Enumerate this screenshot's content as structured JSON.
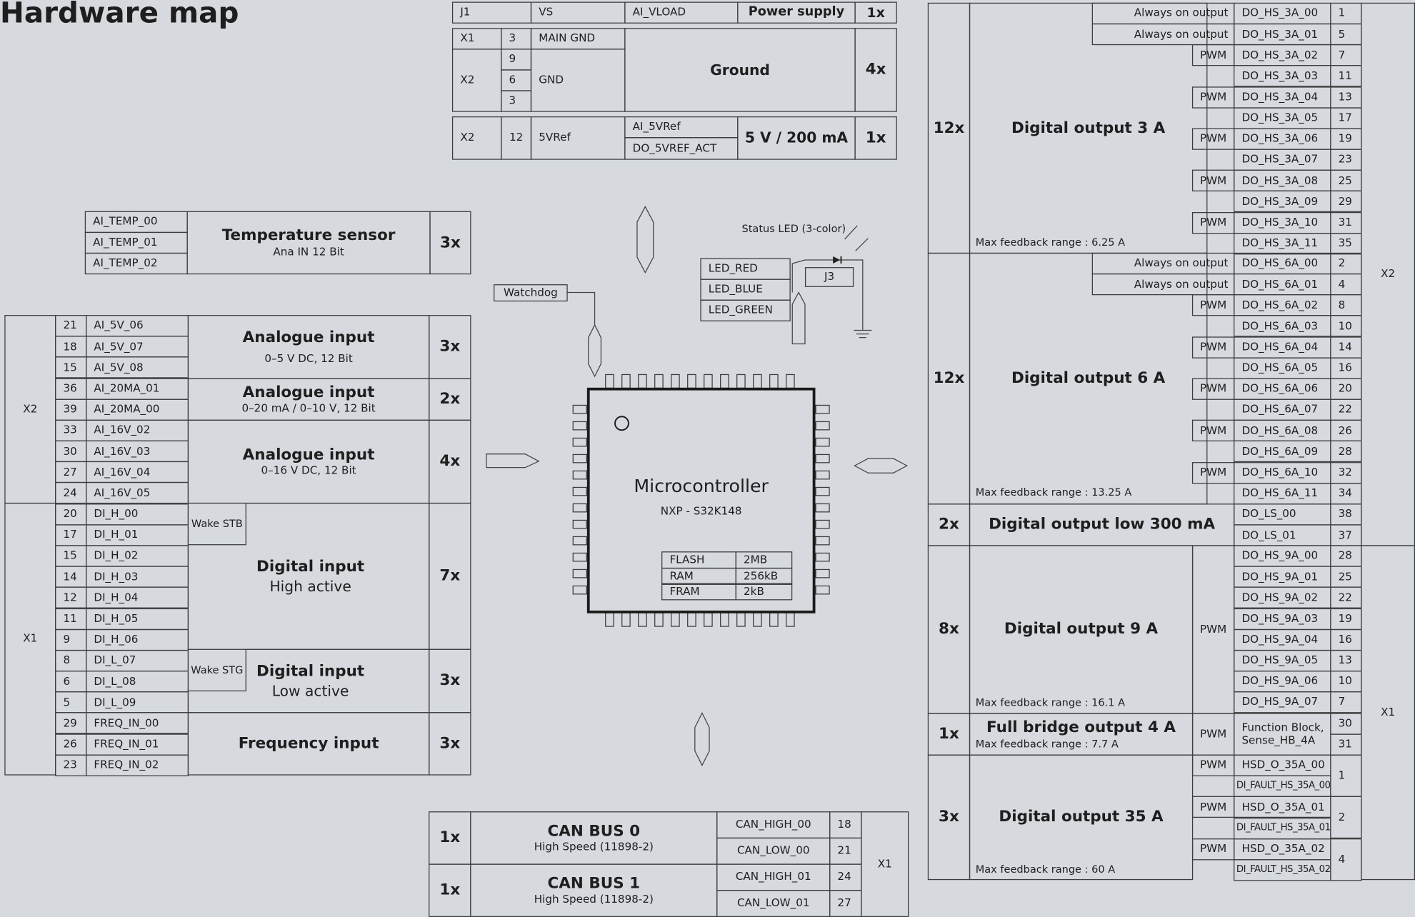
{
  "title": "Hardware map",
  "top": {
    "ps": {
      "conn": "J1",
      "sig": "VS",
      "name": "AI_VLOAD",
      "label": "Power supply",
      "count": "1x"
    },
    "gnd": {
      "x1": "X1",
      "x2": "X2",
      "p1": "3",
      "p2": "9",
      "p3": "6",
      "p4": "3",
      "sig1": "MAIN GND",
      "sig2": "GND",
      "label": "Ground",
      "count": "4x"
    },
    "vref": {
      "conn": "X2",
      "pin": "12",
      "sig": "5VRef",
      "n1": "AI_5VRef",
      "n2": "DO_5VREF_ACT",
      "label": "5 V / 200 mA",
      "count": "1x"
    }
  },
  "temp": {
    "sigs": [
      "AI_TEMP_00",
      "AI_TEMP_01",
      "AI_TEMP_02"
    ],
    "label": "Temperature sensor",
    "sub": "Ana IN 12 Bit",
    "count": "3x"
  },
  "left": {
    "x2": "X2",
    "x1": "X1",
    "rows": [
      {
        "pin": "21",
        "sig": "AI_5V_06"
      },
      {
        "pin": "18",
        "sig": "AI_5V_07"
      },
      {
        "pin": "15",
        "sig": "AI_5V_08"
      },
      {
        "pin": "36",
        "sig": "AI_20MA_01"
      },
      {
        "pin": "39",
        "sig": "AI_20MA_00"
      },
      {
        "pin": "33",
        "sig": "AI_16V_02"
      },
      {
        "pin": "30",
        "sig": "AI_16V_03"
      },
      {
        "pin": "27",
        "sig": "AI_16V_04"
      },
      {
        "pin": "24",
        "sig": "AI_16V_05"
      },
      {
        "pin": "20",
        "sig": "DI_H_00"
      },
      {
        "pin": "17",
        "sig": "DI_H_01"
      },
      {
        "pin": "15",
        "sig": "DI_H_02"
      },
      {
        "pin": "14",
        "sig": "DI_H_03"
      },
      {
        "pin": "12",
        "sig": "DI_H_04"
      },
      {
        "pin": "11",
        "sig": "DI_H_05"
      },
      {
        "pin": "9",
        "sig": "DI_H_06"
      },
      {
        "pin": "8",
        "sig": "DI_L_07"
      },
      {
        "pin": "6",
        "sig": "DI_L_08"
      },
      {
        "pin": "5",
        "sig": "DI_L_09"
      },
      {
        "pin": "29",
        "sig": "FREQ_IN_00"
      },
      {
        "pin": "26",
        "sig": "FREQ_IN_01"
      },
      {
        "pin": "23",
        "sig": "FREQ_IN_02"
      }
    ],
    "ai5": {
      "label": "Analogue input",
      "sub": "0–5 V DC, 12 Bit",
      "count": "3x"
    },
    "ai20": {
      "label": "Analogue input",
      "sub": "0–20 mA / 0–10 V, 12 Bit",
      "count": "2x"
    },
    "ai16": {
      "label": "Analogue input",
      "sub": "0–16 V DC, 12 Bit",
      "count": "4x"
    },
    "dih": {
      "wake": "Wake STB",
      "label": "Digital input",
      "sub": "High active",
      "count": "7x"
    },
    "dil": {
      "wake": "Wake STG",
      "label": "Digital input",
      "sub": "Low active",
      "count": "3x"
    },
    "freq": {
      "label": "Frequency input",
      "count": "3x"
    }
  },
  "mcu": {
    "label": "Microcontroller",
    "sub": "NXP - S32K148",
    "mem": [
      {
        "k": "FLASH",
        "v": "2MB"
      },
      {
        "k": "RAM",
        "v": "256kB"
      },
      {
        "k": "FRAM",
        "v": "2kB"
      }
    ]
  },
  "watchdog": "Watchdog",
  "led": {
    "status": "Status LED (3-color)",
    "leds": [
      "LED_RED",
      "LED_BLUE",
      "LED_GREEN"
    ],
    "j3": "J3"
  },
  "can": {
    "x1": "X1",
    "buses": [
      {
        "count": "1x",
        "label": "CAN BUS 0",
        "sub": "High Speed (11898-2)",
        "h": "CAN_HIGH_00",
        "hp": "18",
        "l": "CAN_LOW_00",
        "lp": "21"
      },
      {
        "count": "1x",
        "label": "CAN BUS 1",
        "sub": "High Speed (11898-2)",
        "h": "CAN_HIGH_01",
        "hp": "24",
        "l": "CAN_LOW_01",
        "lp": "27"
      }
    ]
  },
  "right": {
    "x2": "X2",
    "x1": "X1",
    "do3": {
      "count": "12x",
      "label": "Digital output 3 A",
      "feedback": "Max feedback range : 6.25 A",
      "rows": [
        {
          "tag": "Always on output",
          "sig": "DO_HS_3A_00",
          "pin": "1"
        },
        {
          "tag": "Always on output",
          "sig": "DO_HS_3A_01",
          "pin": "5"
        },
        {
          "tag": "PWM",
          "sig": "DO_HS_3A_02",
          "pin": "7"
        },
        {
          "tag": "",
          "sig": "DO_HS_3A_03",
          "pin": "11"
        },
        {
          "tag": "PWM",
          "sig": "DO_HS_3A_04",
          "pin": "13"
        },
        {
          "tag": "",
          "sig": "DO_HS_3A_05",
          "pin": "17"
        },
        {
          "tag": "PWM",
          "sig": "DO_HS_3A_06",
          "pin": "19"
        },
        {
          "tag": "",
          "sig": "DO_HS_3A_07",
          "pin": "23"
        },
        {
          "tag": "PWM",
          "sig": "DO_HS_3A_08",
          "pin": "25"
        },
        {
          "tag": "",
          "sig": "DO_HS_3A_09",
          "pin": "29"
        },
        {
          "tag": "PWM",
          "sig": "DO_HS_3A_10",
          "pin": "31"
        },
        {
          "tag": "",
          "sig": "DO_HS_3A_11",
          "pin": "35"
        }
      ]
    },
    "do6": {
      "count": "12x",
      "label": "Digital output 6 A",
      "feedback": "Max feedback range : 13.25 A",
      "rows": [
        {
          "tag": "Always on output",
          "sig": "DO_HS_6A_00",
          "pin": "2"
        },
        {
          "tag": "Always on output",
          "sig": "DO_HS_6A_01",
          "pin": "4"
        },
        {
          "tag": "PWM",
          "sig": "DO_HS_6A_02",
          "pin": "8"
        },
        {
          "tag": "",
          "sig": "DO_HS_6A_03",
          "pin": "10"
        },
        {
          "tag": "PWM",
          "sig": "DO_HS_6A_04",
          "pin": "14"
        },
        {
          "tag": "",
          "sig": "DO_HS_6A_05",
          "pin": "16"
        },
        {
          "tag": "PWM",
          "sig": "DO_HS_6A_06",
          "pin": "20"
        },
        {
          "tag": "",
          "sig": "DO_HS_6A_07",
          "pin": "22"
        },
        {
          "tag": "PWM",
          "sig": "DO_HS_6A_08",
          "pin": "26"
        },
        {
          "tag": "",
          "sig": "DO_HS_6A_09",
          "pin": "28"
        },
        {
          "tag": "PWM",
          "sig": "DO_HS_6A_10",
          "pin": "32"
        },
        {
          "tag": "",
          "sig": "DO_HS_6A_11",
          "pin": "34"
        }
      ]
    },
    "dols": {
      "count": "2x",
      "label": "Digital output low 300 mA",
      "rows": [
        {
          "sig": "DO_LS_00",
          "pin": "38"
        },
        {
          "sig": "DO_LS_01",
          "pin": "37"
        }
      ]
    },
    "do9": {
      "count": "8x",
      "label": "Digital output 9 A",
      "tag": "PWM",
      "feedback": "Max feedback range : 16.1 A",
      "rows": [
        {
          "sig": "DO_HS_9A_00",
          "pin": "28"
        },
        {
          "sig": "DO_HS_9A_01",
          "pin": "25"
        },
        {
          "sig": "DO_HS_9A_02",
          "pin": "22"
        },
        {
          "sig": "DO_HS_9A_03",
          "pin": "19"
        },
        {
          "sig": "DO_HS_9A_04",
          "pin": "16"
        },
        {
          "sig": "DO_HS_9A_05",
          "pin": "13"
        },
        {
          "sig": "DO_HS_9A_06",
          "pin": "10"
        },
        {
          "sig": "DO_HS_9A_07",
          "pin": "7"
        }
      ]
    },
    "fb": {
      "count": "1x",
      "label": "Full bridge output 4 A",
      "feedback": "Max feedback range : 7.7 A",
      "tag": "PWM",
      "sig": "Function Block, Sense_HB_4A",
      "p1": "30",
      "p2": "31"
    },
    "do35": {
      "count": "3x",
      "label": "Digital output 35 A",
      "feedback": "Max feedback range : 60 A",
      "rows": [
        {
          "tag": "PWM",
          "sig": "HSD_O_35A_00",
          "fault": "DI_FAULT_HS_35A_00",
          "pin": "1"
        },
        {
          "tag": "PWM",
          "sig": "HSD_O_35A_01",
          "fault": "DI_FAULT_HS_35A_01",
          "pin": "2"
        },
        {
          "tag": "PWM",
          "sig": "HSD_O_35A_02",
          "fault": "DI_FAULT_HS_35A_02",
          "pin": "4"
        }
      ]
    }
  }
}
